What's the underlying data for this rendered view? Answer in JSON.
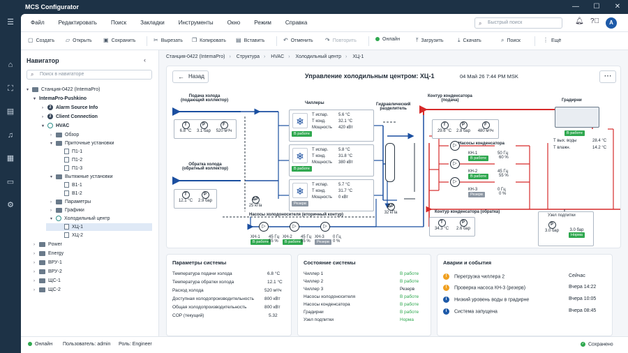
{
  "window": {
    "title": "MCS Configurator"
  },
  "menu": [
    "Файл",
    "Редактировать",
    "Поиск",
    "Закладки",
    "Инструменты",
    "Окно",
    "Режим",
    "Справка"
  ],
  "quick_search": {
    "placeholder": "Быстрый поиск"
  },
  "user_initial": "A",
  "toolbar": {
    "create": "Создать",
    "open": "Открыть",
    "save": "Сохранить",
    "cut": "Вырезать",
    "copy": "Копировать",
    "paste": "Вставить",
    "undo": "Отменить",
    "redo": "Повторить",
    "online": "Онлайн",
    "upload": "Загрузить",
    "download": "Скачать",
    "search": "Поиск",
    "more": "Ещё"
  },
  "navigator": {
    "title": "Навигатор",
    "search_placeholder": "Поиск в навигаторе",
    "items": [
      {
        "label": "Станция-0422 (IntemaPro)"
      },
      {
        "label": "IntemaPro-Pushkino"
      },
      {
        "label": "Alarm Source Info",
        "num": "2"
      },
      {
        "label": "Client Connection",
        "num": "2"
      },
      {
        "label": "HVAC"
      },
      {
        "label": "Обзор"
      },
      {
        "label": "Приточные установки"
      },
      {
        "label": "П1-1"
      },
      {
        "label": "П1-2"
      },
      {
        "label": "П1-3"
      },
      {
        "label": "Вытяжные установки"
      },
      {
        "label": "В1-1"
      },
      {
        "label": "В1-2"
      },
      {
        "label": "Параметры"
      },
      {
        "label": "Графики"
      },
      {
        "label": "Холодильный центр"
      },
      {
        "label": "ХЦ-1"
      },
      {
        "label": "ХЦ-2"
      },
      {
        "label": "Power"
      },
      {
        "label": "Energy"
      },
      {
        "label": "ВРУ-1"
      },
      {
        "label": "ВРУ-2"
      },
      {
        "label": "ЩС-1"
      },
      {
        "label": "ЩС-2"
      }
    ]
  },
  "breadcrumb": [
    "Станция-0422 (IntemaPro)",
    "Структура",
    "HVAC",
    "Холодильный центр",
    "ХЦ-1"
  ],
  "panel": {
    "back": "Назад",
    "title": "Управление холодильным центром: ХЦ-1",
    "date": "04 Май 26 7:44 PM MSK"
  },
  "schema": {
    "supply_label": "Подача холода\n(подающий коллектор)",
    "return_label": "Обратка холода\n(обратный коллектор)",
    "supply_sensors": [
      {
        "icon": "T",
        "value": "6.8 °C"
      },
      {
        "icon": "P",
        "value": "3.1 бар"
      },
      {
        "icon": "F",
        "value": "520 м³/ч"
      }
    ],
    "return_sensors": [
      {
        "icon": "T",
        "value": "12.1 °C"
      },
      {
        "icon": "P",
        "value": "2.9 бар"
      }
    ],
    "dp_label": "ΔP",
    "dp_value": "25 кПа",
    "chillers_title": "Чиллеры",
    "chillers": [
      {
        "t_evap": "5.6 °C",
        "t_cond": "32.1 °C",
        "power": "420 кВт",
        "state": "В работе",
        "state_kind": "on"
      },
      {
        "t_evap": "5.8 °C",
        "t_cond": "31.8 °C",
        "power": "380 кВт",
        "state": "В работе",
        "state_kind": "on"
      },
      {
        "t_evap": "5.7 °C",
        "t_cond": "31.7 °C",
        "power": "0 кВт",
        "state": "Резерв",
        "state_kind": "off"
      }
    ],
    "chiller_row_labels": {
      "t_evap": "Т испар.",
      "t_cond": "Т конд.",
      "power": "Мощность"
    },
    "separator_label": "Гидравлический\nразделитель",
    "separator_dp": "32 кПа",
    "cond_supply_label": "Контур конденсатора\n(подача)",
    "cond_sensors": [
      {
        "icon": "T",
        "value": "29.6 °C"
      },
      {
        "icon": "P",
        "value": "2.8 бар"
      },
      {
        "icon": "F",
        "value": "480 м³/ч"
      }
    ],
    "cond_pumps_title": "Насосы конденсатора",
    "cond_pumps": [
      {
        "name": "КН-1",
        "hz": "50 Гц",
        "state": "В работе",
        "pct": "60 %",
        "state_kind": "on"
      },
      {
        "name": "КН-2",
        "hz": "45 Гц",
        "state": "В работе",
        "pct": "55 %",
        "state_kind": "on"
      },
      {
        "name": "КН-3",
        "hz": "0 Гц",
        "state": "Резерв",
        "pct": "0 %",
        "state_kind": "off"
      }
    ],
    "cond_return_label": "Контур конденсатора (обратка)",
    "cond_return_sensors": [
      {
        "icon": "T",
        "value": "34.3 °C"
      },
      {
        "icon": "P",
        "value": "2.6 бар"
      }
    ],
    "towers_title": "Градирни",
    "tower_state": "В работе",
    "tower_water_label": "Т вых. воды",
    "tower_water": "28.4 °C",
    "tower_hum_label": "Т влажн.",
    "tower_hum": "14.2 °C",
    "makeup_label": "Узел подпитки",
    "makeup_p": "3.0 бар",
    "makeup_v": "3.0 бар",
    "makeup_state": "Норма",
    "chw_pumps_title": "Насосы холодоносителя (вторичный контур)",
    "chw_pumps": [
      {
        "name": "ХН-1",
        "state": "В работе",
        "hz": "45 Гц",
        "pct": "55 %",
        "state_kind": "on"
      },
      {
        "name": "ХН-2",
        "state": "В работе",
        "hz": "45 Гц",
        "pct": "55 %",
        "state_kind": "on"
      },
      {
        "name": "ХН-3",
        "state": "Резерв",
        "hz": "0 Гц",
        "pct": "0 %",
        "state_kind": "off"
      }
    ]
  },
  "params": {
    "title": "Параметры системы",
    "rows": [
      {
        "k": "Температура подачи холода",
        "v": "6.8 °C"
      },
      {
        "k": "Температура обратки холода",
        "v": "12.1 °C"
      },
      {
        "k": "Расход холода",
        "v": "520 м³/ч"
      },
      {
        "k": "Доступная холодопроизводительность",
        "v": "800 кВт"
      },
      {
        "k": "Общая холодопроизводительность",
        "v": "800 кВт"
      },
      {
        "k": "COP (текущий)",
        "v": "5.32"
      }
    ]
  },
  "system_state": {
    "title": "Состояние системы",
    "rows": [
      {
        "k": "Чиллер 1",
        "v": "В работе",
        "kind": "on"
      },
      {
        "k": "Чиллер 2",
        "v": "В работе",
        "kind": "on"
      },
      {
        "k": "Чиллер 3",
        "v": "Резерв",
        "kind": "off"
      },
      {
        "k": "Насосы холодоносителя",
        "v": "В работе",
        "kind": "on"
      },
      {
        "k": "Насосы конденсатора",
        "v": "В работе",
        "kind": "on"
      },
      {
        "k": "Градирни",
        "v": "В работе",
        "kind": "on"
      },
      {
        "k": "Узел подпитки",
        "v": "Норма",
        "kind": "on"
      }
    ]
  },
  "alarms": {
    "title": "Аварии и события",
    "rows": [
      {
        "icon": "warning-icon",
        "text": "Перегрузка чиллера 2",
        "time": "Сейчас",
        "color": "#f0a020"
      },
      {
        "icon": "warning-icon",
        "text": "Проверка насоса КН-3 (резерв)",
        "time": "Вчера 14:22",
        "color": "#f0a020"
      },
      {
        "icon": "info-icon",
        "text": "Низкий уровень воды в градирне",
        "time": "Вчера 10:05",
        "color": "#1e5aa8"
      },
      {
        "icon": "info-icon",
        "text": "Система запущена",
        "time": "Вчера 08:45",
        "color": "#1e5aa8"
      }
    ]
  },
  "status": {
    "online": "Онлайн",
    "user": "Пользователь: admin",
    "role": "Роль: Engineer",
    "saved": "Сохранено"
  },
  "colors": {
    "hot": "#d62a2a",
    "cold": "#1b4fa0",
    "ok": "#2fa84f",
    "neutral": "#8d97a3"
  }
}
